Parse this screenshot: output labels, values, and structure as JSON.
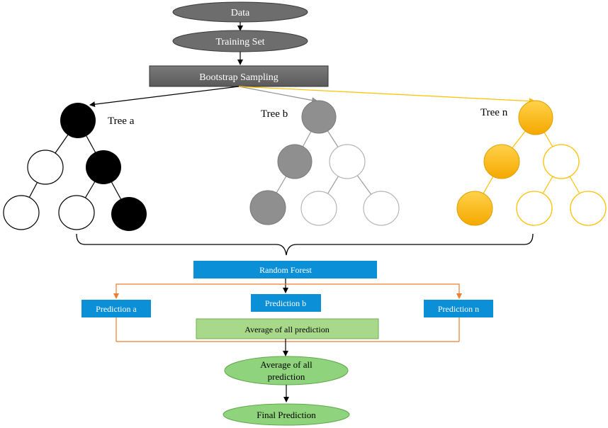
{
  "nodes": {
    "data": "Data",
    "training_set": "Training Set",
    "bootstrap": "Bootstrap Sampling",
    "random_forest": "Random Forest",
    "prediction_a": "Prediction a",
    "prediction_b": "Prediction b",
    "prediction_n": "Prediction n",
    "average_box": "Average of all prediction",
    "average_ellipse_line1": "Average of all",
    "average_ellipse_line2": "prediction",
    "final": "Final Prediction"
  },
  "trees": {
    "a": "Tree a",
    "b": "Tree b",
    "n": "Tree n"
  },
  "colors": {
    "dark_gray": "#6d6d6d",
    "blue": "#0b8fd6",
    "green_box": "#a8d98a",
    "green_ellipse": "#8fd47c",
    "orange": "#ed7d31",
    "gold": "#ffc000",
    "mid_gray": "#8f8f8f",
    "black": "#000000"
  }
}
